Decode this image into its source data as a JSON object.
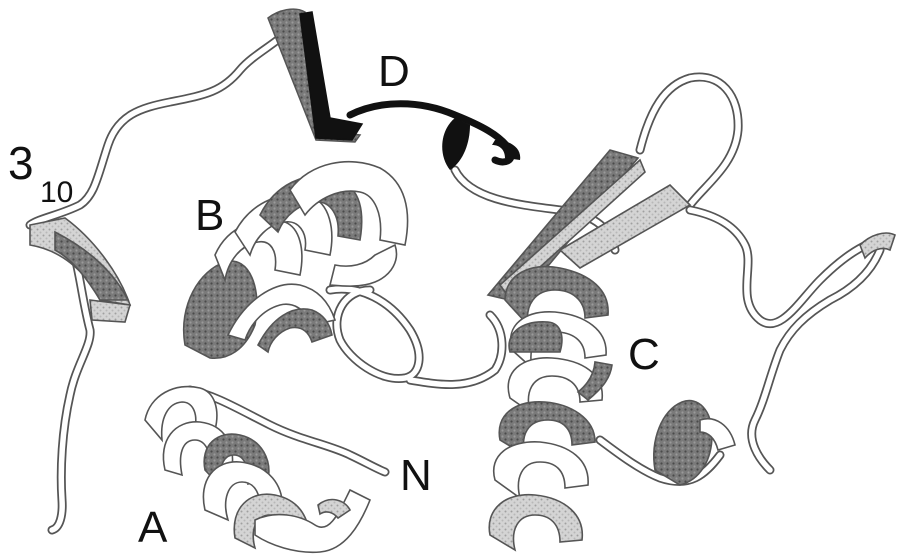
{
  "labels": {
    "helix_a": "A",
    "helix_b": "B",
    "helix_c": "C",
    "strand_d": "D",
    "n_terminus": "N",
    "helix_310_main": "3",
    "helix_310_sub": "10"
  },
  "colors": {
    "ribbon_fill": "#ffffff",
    "ribbon_outline": "#555555",
    "dark_shading": "#6e6e6e",
    "light_shading": "#b5b5b5",
    "strand_d_fill": "#111111"
  }
}
